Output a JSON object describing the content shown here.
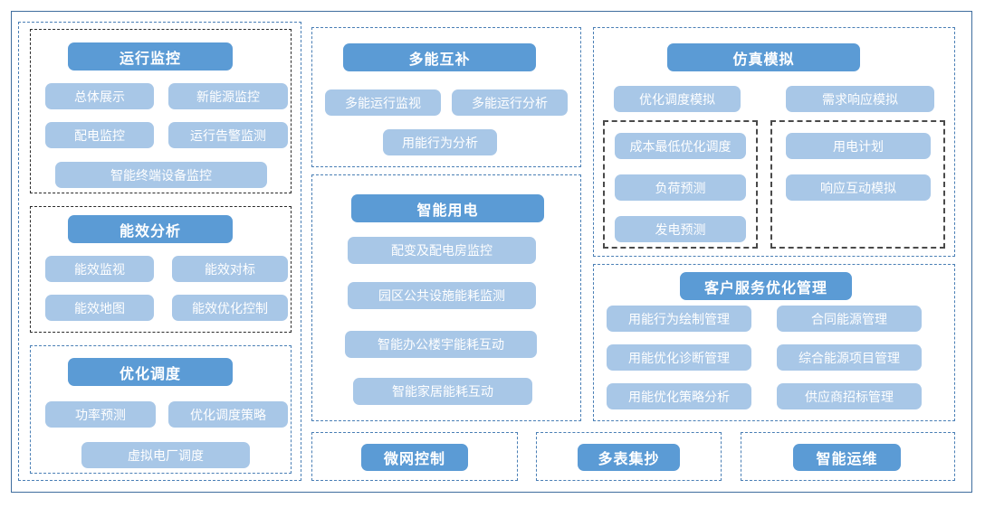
{
  "diagram": {
    "title_colors": {
      "header_bar": "#5b9bd5",
      "item_pill": "#a8c7e7",
      "frame_border": "#3f6d9e",
      "dashed_blue": "#4a7fb5",
      "dashed_dark": "#2b2b2b"
    },
    "columns": {
      "left": {
        "groups": [
          {
            "title": "运行监控",
            "items": [
              "总体展示",
              "新能源监控",
              "配电监控",
              "运行告警监测",
              "智能终端设备监控"
            ]
          },
          {
            "title": "能效分析",
            "items": [
              "能效监视",
              "能效对标",
              "能效地图",
              "能效优化控制"
            ]
          },
          {
            "title": "优化调度",
            "items": [
              "功率预测",
              "优化调度策略",
              "虚拟电厂调度"
            ]
          }
        ]
      },
      "middle": {
        "groups": [
          {
            "title": "多能互补",
            "items": [
              "多能运行监视",
              "多能运行分析",
              "用能行为分析"
            ]
          },
          {
            "title": "智能用电",
            "items": [
              "配变及配电房监控",
              "园区公共设施能耗监测",
              "智能办公楼宇能耗互动",
              "智能家居能耗互动"
            ]
          },
          {
            "title": "微网控制",
            "items": []
          }
        ]
      },
      "right": {
        "groups": [
          {
            "title": "仿真模拟",
            "items": [
              "优化调度模拟",
              "需求响应模拟"
            ],
            "subgroups": [
              {
                "items": [
                  "成本最低优化调度",
                  "负荷预测",
                  "发电预测"
                ]
              },
              {
                "items": [
                  "用电计划",
                  "响应互动模拟"
                ]
              }
            ]
          },
          {
            "title": "客户服务优化管理",
            "items": [
              "用能行为绘制管理",
              "合同能源管理",
              "用能优化诊断管理",
              "综合能源项目管理",
              "用能优化策略分析",
              "供应商招标管理"
            ]
          },
          {
            "title": "多表集抄",
            "items": []
          },
          {
            "title": "智能运维",
            "items": []
          }
        ]
      }
    }
  }
}
